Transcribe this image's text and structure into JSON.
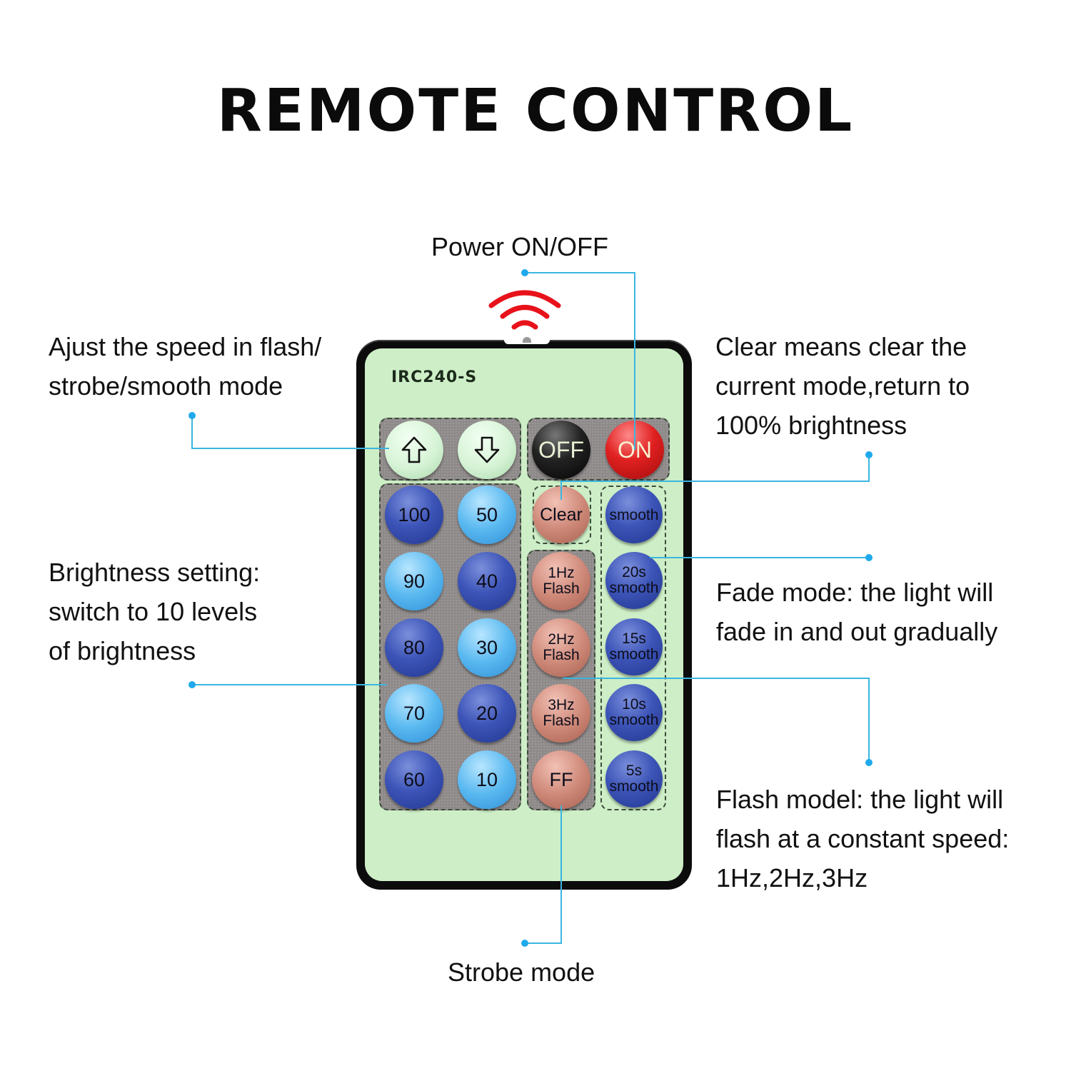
{
  "title": "REMOTE CONTROL",
  "remote": {
    "model": "IRC240-S",
    "buttons": {
      "speed_up": {
        "icon": "arrow-up-icon"
      },
      "speed_down": {
        "icon": "arrow-down-icon"
      },
      "off": "OFF",
      "on": "ON",
      "clear": "Clear",
      "smooth": "smooth",
      "brightness": [
        "100",
        "50",
        "90",
        "40",
        "80",
        "30",
        "70",
        "20",
        "60",
        "10"
      ],
      "flash": [
        {
          "line1": "1Hz",
          "line2": "Flash"
        },
        {
          "line1": "2Hz",
          "line2": "Flash"
        },
        {
          "line1": "3Hz",
          "line2": "Flash"
        }
      ],
      "strobe": "FF",
      "fade": [
        {
          "line1": "20s",
          "line2": "smooth"
        },
        {
          "line1": "15s",
          "line2": "smooth"
        },
        {
          "line1": "10s",
          "line2": "smooth"
        },
        {
          "line1": "5s",
          "line2": "smooth"
        }
      ]
    },
    "colors": {
      "face": "#cdeec6",
      "body": "#0c0c0c",
      "ir_signal": "#e8121b"
    }
  },
  "annotations": {
    "power": "Power ON/OFF",
    "speed": "Ajust the speed in flash/\nstrobe/smooth mode",
    "clear": "Clear means clear the\ncurrent mode,return to\n100% brightness",
    "brightness": "Brightness setting:\nswitch to 10 levels\nof brightness",
    "fade": "Fade mode: the light will\nfade in and out gradually",
    "flash": "Flash model: the light will\nflash at a constant speed:\n1Hz,2Hz,3Hz",
    "strobe": "Strobe mode"
  },
  "leader_color": "#3bb6e0"
}
